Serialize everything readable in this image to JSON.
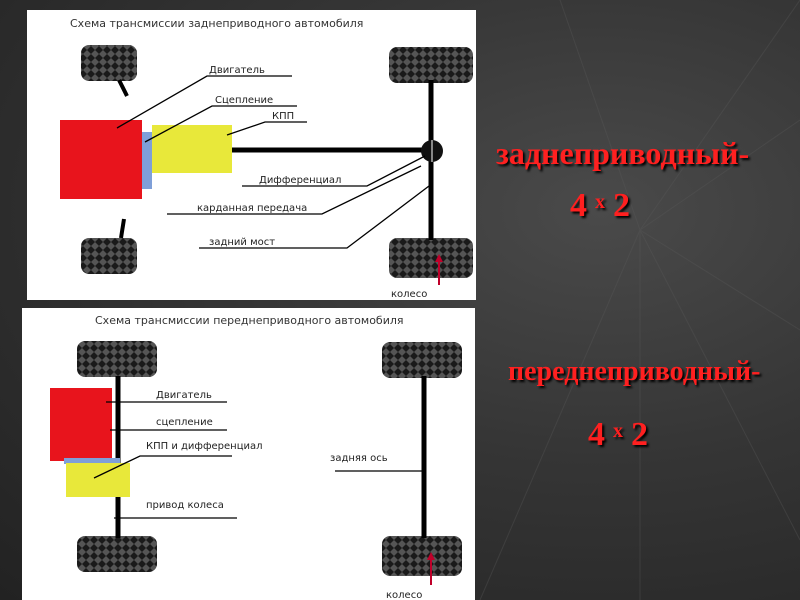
{
  "rear_diagram": {
    "title": "Схема трансмиссии заднеприводного автомобиля",
    "labels": {
      "engine": "Двигатель",
      "clutch": "Сцепление",
      "gearbox": "КПП",
      "differential": "Дифференциал",
      "driveshaft": "карданная передача",
      "rear_axle": "задний мост",
      "wheel": "колесо"
    }
  },
  "front_diagram": {
    "title": "Схема трансмиссии переднеприводного автомобиля",
    "labels": {
      "engine": "Двигатель",
      "clutch": "сцепление",
      "gearbox_diff": "КПП и дифференциал",
      "wheel_drive": "привод колеса",
      "rear_axle": "задняя ось",
      "wheel": "колесо"
    }
  },
  "rear_type": {
    "label": "заднеприводный-",
    "formula_a": "4",
    "formula_x": "х",
    "formula_b": "2"
  },
  "front_type": {
    "label": "переднеприводный-",
    "formula_a": "4",
    "formula_x": "х",
    "formula_b": "2"
  },
  "colors": {
    "engine": "#e8141c",
    "gearbox": "#e8e83a",
    "clutch": "#7f9fd8",
    "accent_text": "#ff2020",
    "pointer": "#c0002a"
  }
}
